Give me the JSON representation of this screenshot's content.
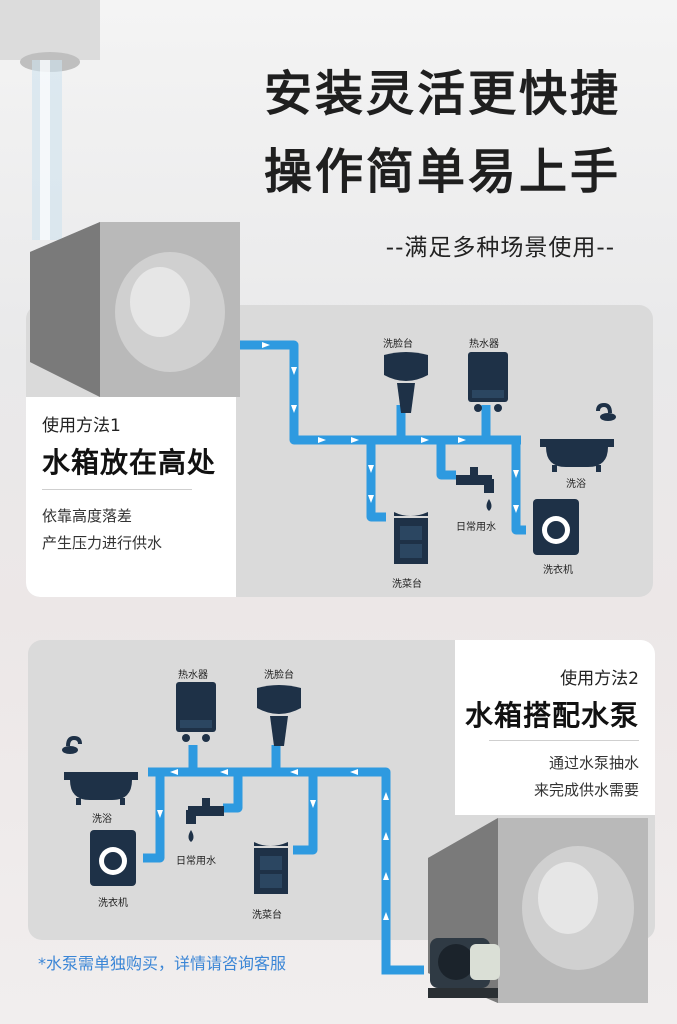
{
  "header": {
    "title_line1": "安装灵活更快捷",
    "title_line2": "操作简单易上手",
    "subtitle": "--满足多种场景使用--"
  },
  "method1": {
    "label": "使用方法1",
    "title": "水箱放在高处",
    "desc_line1": "依靠高度落差",
    "desc_line2": "产生压力进行供水",
    "fixtures": {
      "washbasin": "洗脸台",
      "water_heater": "热水器",
      "bathtub": "洗浴",
      "daily_water": "日常用水",
      "washing_machine": "洗衣机",
      "sink": "洗菜台"
    }
  },
  "method2": {
    "label": "使用方法2",
    "title": "水箱搭配水泵",
    "desc_line1": "通过水泵抽水",
    "desc_line2": "来完成供水需要",
    "fixtures": {
      "water_heater": "热水器",
      "washbasin": "洗脸台",
      "bathtub": "洗浴",
      "daily_water": "日常用水",
      "washing_machine": "洗衣机",
      "sink": "洗菜台"
    }
  },
  "footnote": "*水泵需单独购买，详情请咨询客服",
  "colors": {
    "pipe": "#2e9ae0",
    "icon": "#1e3147",
    "note": "#3b86d6"
  }
}
